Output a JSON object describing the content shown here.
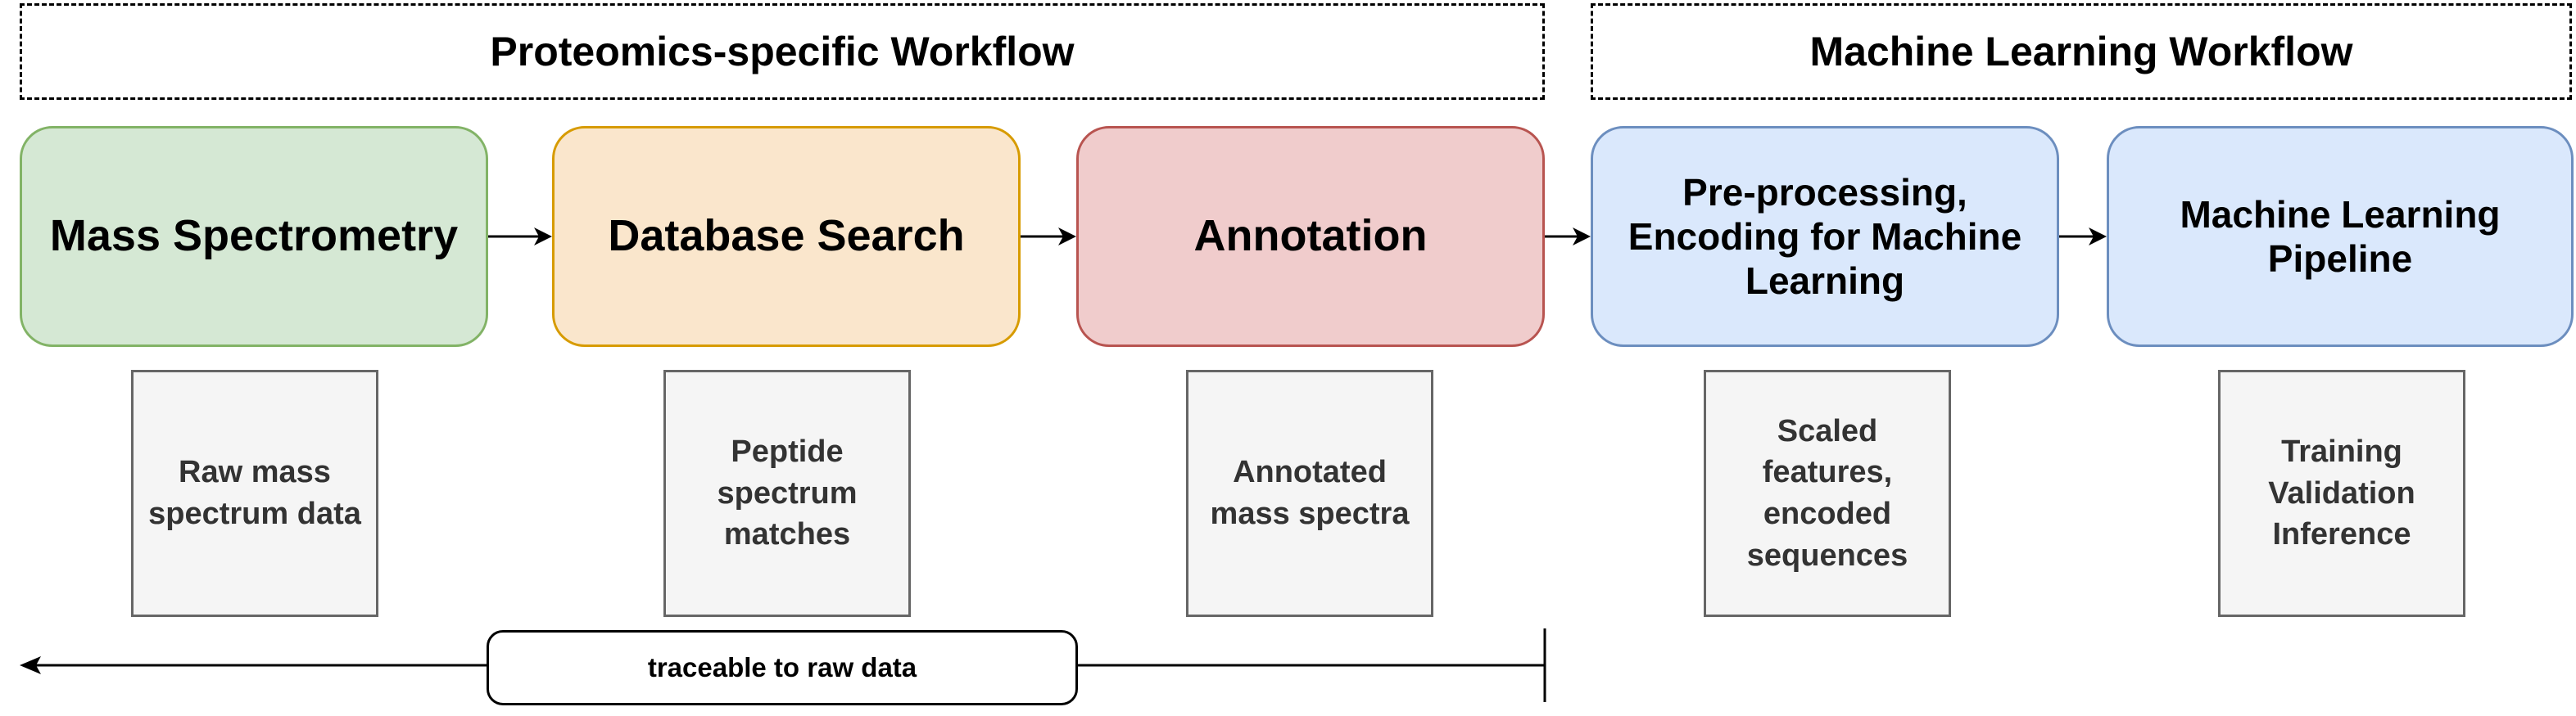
{
  "sections": {
    "proteomics_title": "Proteomics-specific Workflow",
    "ml_title": "Machine Learning Workflow"
  },
  "stages": {
    "mass_spectrometry": "Mass Spectrometry",
    "database_search": "Database Search",
    "annotation": "Annotation",
    "preprocessing": "Pre-processing,\nEncoding for Machine\nLearning",
    "ml_pipeline": "Machine Learning\nPipeline"
  },
  "outputs": {
    "raw_data": "Raw mass\nspectrum data",
    "psm": "Peptide\nspectrum\nmatches",
    "annotated": "Annotated\nmass spectra",
    "scaled": "Scaled\nfeatures,\nencoded\nsequences",
    "training": "Training\nValidation\nInference"
  },
  "traceability": {
    "label": "traceable to raw data"
  },
  "colors": {
    "green_fill": "#d5e8d4",
    "orange_fill": "#fae6cc",
    "red_fill": "#f0cccc",
    "blue_fill": "#dae8fc",
    "output_fill": "#f5f5f5"
  }
}
